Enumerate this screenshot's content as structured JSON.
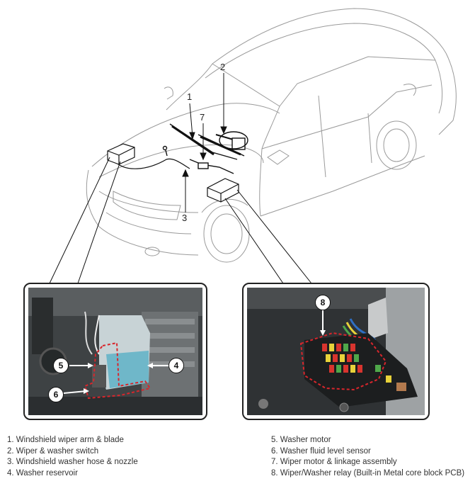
{
  "callouts": {
    "c1": "1",
    "c2": "2",
    "c3": "3",
    "c7": "7"
  },
  "photo_badges": {
    "b4": "4",
    "b5": "5",
    "b6": "6",
    "b8": "8"
  },
  "legend": {
    "left": [
      "1. Windshield wiper arm & blade",
      "2. Wiper & washer switch",
      "3. Windshield washer hose & nozzle",
      "4. Washer reservoir"
    ],
    "right": [
      "5. Washer motor",
      "6. Washer fluid level sensor",
      "7. Wiper motor & linkage assembly",
      "8. Wiper/Washer relay (Built-in Metal core block PCB)"
    ]
  },
  "colors": {
    "highlight_dash": "#d8262c",
    "photo_frame": "#222222",
    "reservoir": "#6fb7c9",
    "fuse_red": "#d8342e",
    "fuse_yellow": "#e8d23a",
    "fuse_green": "#4fa84a"
  }
}
